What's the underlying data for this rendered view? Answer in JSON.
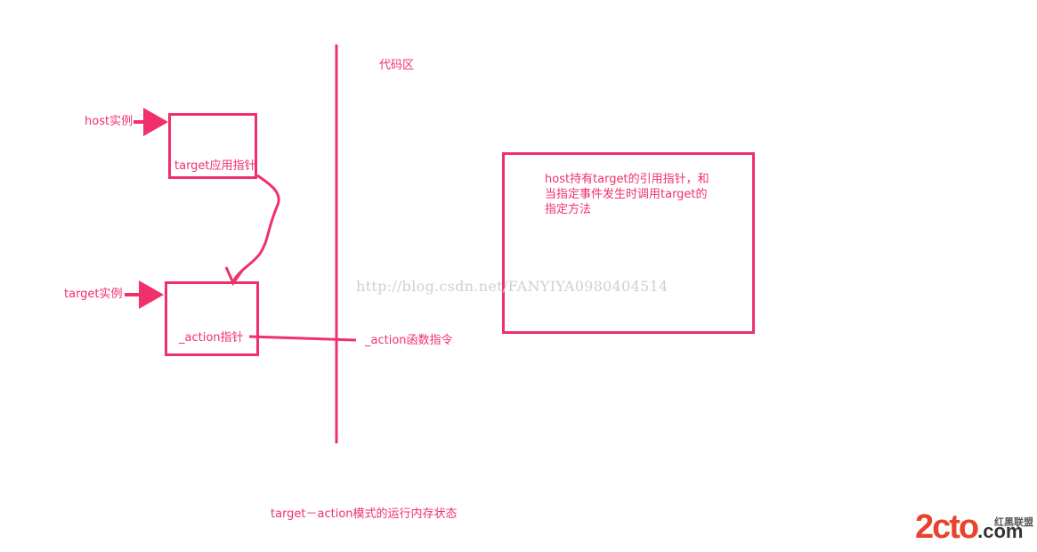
{
  "labels": {
    "code_area": "代码区",
    "host_instance": "host实例",
    "target_pointer": "target应用指针",
    "target_instance": "target实例",
    "action_pointer": "_action指针",
    "action_instruction": "_action函数指令",
    "caption": "target－action模式的运行内存状态"
  },
  "note": {
    "lines": [
      "host持有target的引用指针，和",
      "当指定事件发生时调用target的",
      "指定方法"
    ]
  },
  "watermark": "http://blog.csdn.net/FANYIYA0980404514",
  "logo": {
    "main": "2cto",
    "suffix": ".com",
    "sub": "红黑联盟"
  },
  "colors": {
    "stroke": "#f0306a",
    "watermark": "#d0d0d0",
    "logo_accent": "#e8432d"
  }
}
